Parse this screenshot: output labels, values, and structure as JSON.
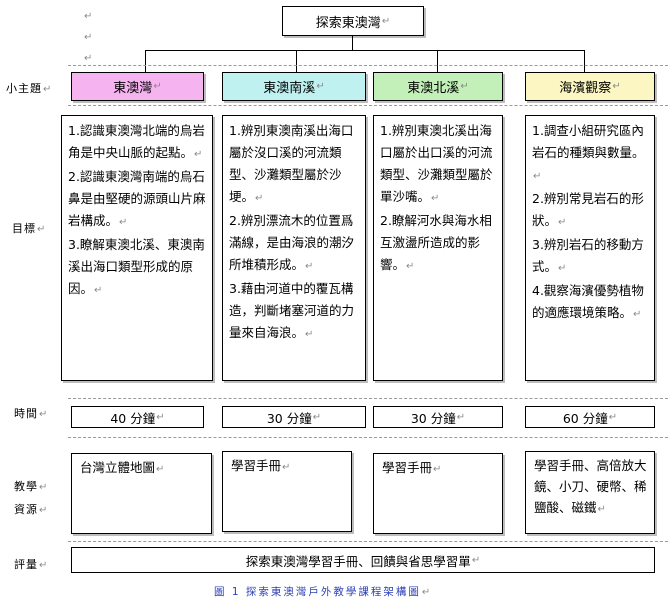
{
  "title": "探索東澳灣",
  "return_mark": "↵",
  "row_labels": {
    "subtopic": "小主題",
    "goals": "目標",
    "time": "時間",
    "resources_a": "教學",
    "resources_b": "資源",
    "evaluation": "評量"
  },
  "columns": [
    {
      "name": "東澳灣",
      "color": "#f5b3f0",
      "goals": [
        "1.認識東澳灣北端的烏岩角是中央山脈的起點。",
        "2.認識東澳灣南端的烏石鼻是由堅硬的源頭山片麻岩構成。",
        "3.瞭解東澳北溪、東澳南溪出海口類型形成的原因。"
      ],
      "time": "40 分鐘",
      "resources": "台灣立體地圖"
    },
    {
      "name": "東澳南溪",
      "color": "#bff1f1",
      "goals": [
        "1.辨別東澳南溪出海口屬於沒口溪的河流類型、沙灘類型屬於沙埂。",
        "2.辨別漂流木的位置爲滿線，是由海浪的潮汐所堆積形成。",
        "3.藉由河道中的覆瓦構造，判斷堵塞河道的力量來自海浪。"
      ],
      "time": "30 分鐘",
      "resources": "學習手冊"
    },
    {
      "name": "東澳北溪",
      "color": "#c2f0b8",
      "goals": [
        "1.辨別東澳北溪出海口屬於出口溪的河流類型、沙灘類型屬於單沙嘴。",
        "2.瞭解河水與海水相互激盪所造成的影響。"
      ],
      "time": "30 分鐘",
      "resources": "學習手冊"
    },
    {
      "name": "海濱觀察",
      "color": "#fbf6c2",
      "goals": [
        "1.調查小組研究區內岩石的種類與數量。",
        "2.辨別常見岩石的形狀。",
        "3.辨別岩石的移動方式。",
        "4.觀察海濱優勢植物的適應環境策略。"
      ],
      "time": "60 分鐘",
      "resources": "學習手冊、高倍放大鏡、小刀、硬幣、稀鹽酸、磁鐵"
    }
  ],
  "evaluation": "探索東澳灣學習手冊、回饋與省思學習單",
  "caption": "圖 1 探索東澳灣戶外教學課程架構圖"
}
